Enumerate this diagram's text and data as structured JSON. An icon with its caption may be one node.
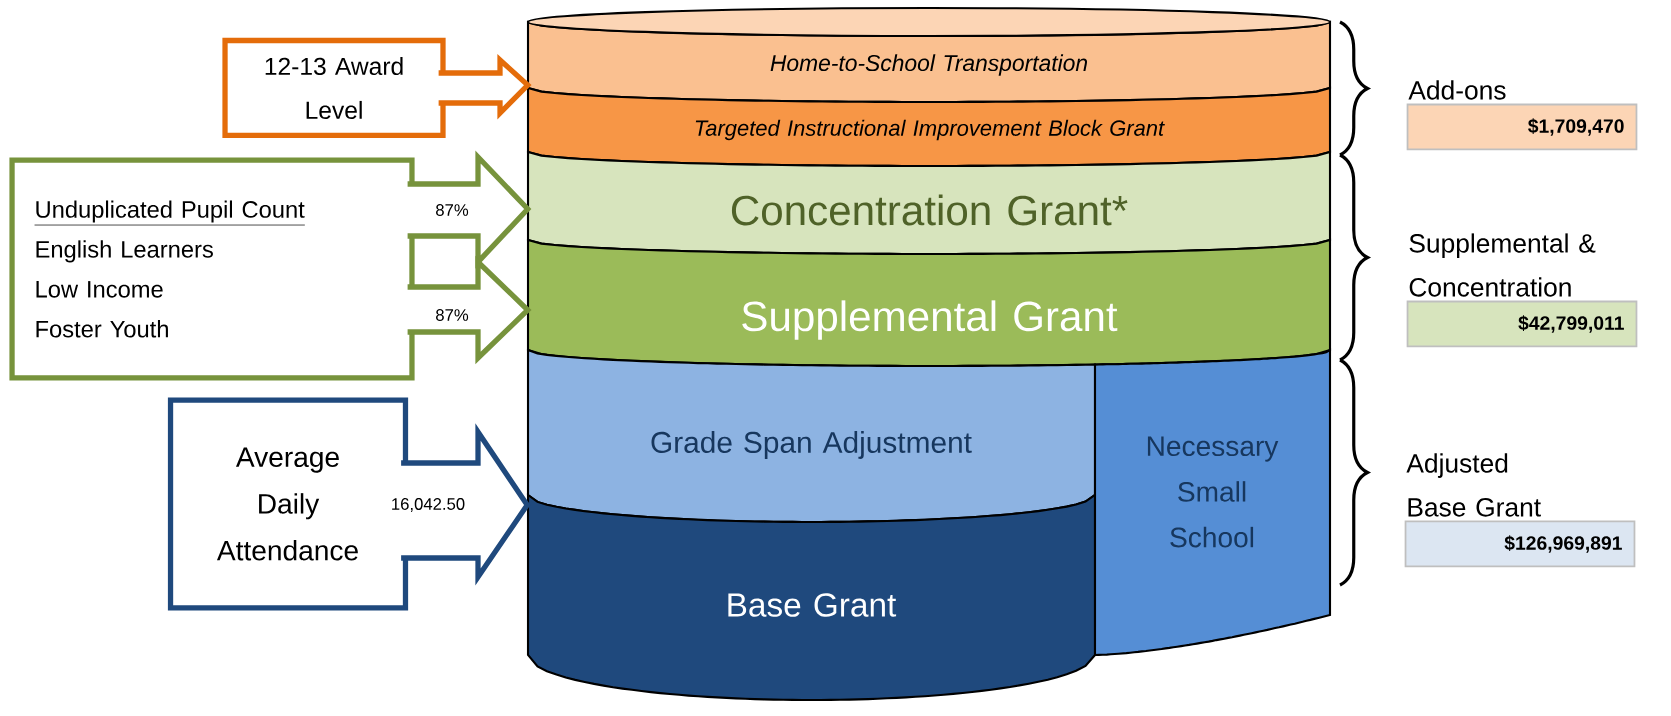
{
  "diagram": {
    "nodes": [
      {
        "text": [
          "12-13 Award Level"
        ]
      },
      {
        "text": [
          "Unduplicated Pupil Count",
          "English Learners",
          "Low Income",
          "Foster Youth"
        ]
      },
      {
        "text": [
          "Average Daily Attendance"
        ]
      },
      {
        "text": [
          "Home-to-School Transportation"
        ]
      },
      {
        "text": [
          "Targeted Instructional Improvement Block Grant"
        ]
      },
      {
        "text": [
          "Concentration Grant*"
        ]
      },
      {
        "text": [
          "Supplemental Grant"
        ]
      },
      {
        "text": [
          "Grade Span Adjustment"
        ]
      },
      {
        "text": [
          "Base Grant"
        ]
      },
      {
        "text": [
          "Necessary Small School"
        ]
      },
      {
        "text": [
          "Add-ons",
          "$1,709,470"
        ]
      },
      {
        "text": [
          "Supplemental & Concentration",
          "$42,799,011"
        ]
      },
      {
        "text": [
          "Adjusted Base Grant",
          "$126,969,891"
        ]
      }
    ],
    "edges": [
      {
        "from": 0,
        "to": 3,
        "arrow": "to",
        "color": "#e46c0a"
      },
      {
        "from": 1,
        "to": 5,
        "arrow": "to",
        "label": "87%",
        "color": "#77933c"
      },
      {
        "from": 1,
        "to": 6,
        "arrow": "to",
        "label": "87%",
        "color": "#77933c"
      },
      {
        "from": 2,
        "to": 7,
        "arrow": "to",
        "label": "16,042.50",
        "color": "#1f497d"
      }
    ]
  }
}
